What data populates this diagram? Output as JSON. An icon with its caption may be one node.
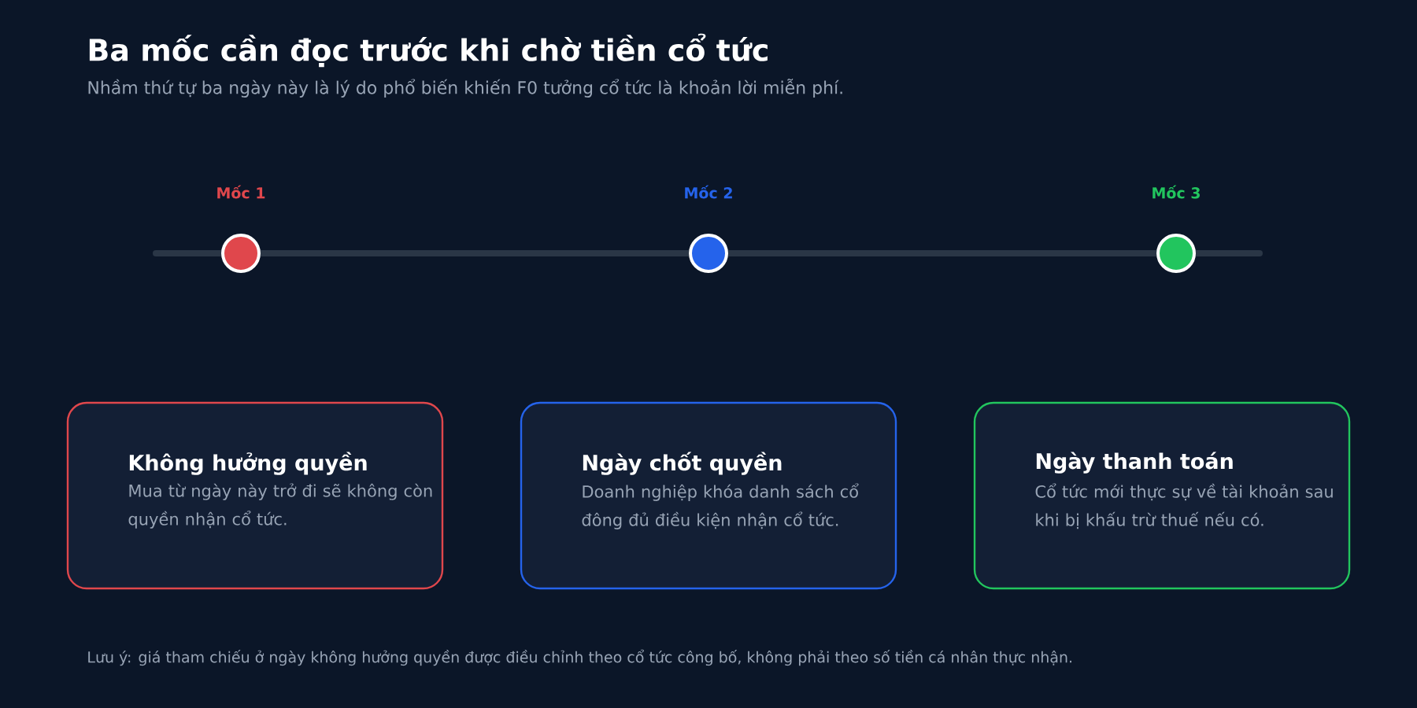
{
  "diagram": {
    "title": "Ba mốc cần đọc trước khi chờ tiền cổ tức",
    "caption": "Nhầm thứ tự ba ngày này là lý do phổ biến khiến F0 tưởng cổ tức là khoản lời miễn phí.",
    "nodes": [
      {
        "text": [],
        "shape": "circle",
        "beside": [
          "Mốc 1"
        ]
      },
      {
        "text": [],
        "shape": "circle",
        "beside": [
          "Mốc 2"
        ]
      },
      {
        "text": [],
        "shape": "circle",
        "beside": [
          "Mốc 3"
        ]
      },
      {
        "text": [
          "Không hưởng quyền",
          "Mua từ ngày này trở đi sẽ không còn quyền nhận cổ tức."
        ]
      },
      {
        "text": [
          "Ngày chốt quyền",
          "Doanh nghiệp khóa danh sách cổ đông đủ điều kiện nhận cổ tức."
        ]
      },
      {
        "text": [
          "Ngày thanh toán",
          "Cổ tức mới thực sự về tài khoản sau khi bị khấu trừ thuế nếu có."
        ]
      }
    ],
    "edges": [
      {
        "from": 0,
        "to": 1,
        "arrow": "none"
      },
      {
        "from": 1,
        "to": 2,
        "arrow": "none"
      }
    ],
    "labels": [
      "Lưu ý: giá tham chiếu ở ngày không hưởng quyền được điều chỉnh theo cổ tức công bố, không phải theo số tiền cá nhân thực nhận."
    ]
  }
}
